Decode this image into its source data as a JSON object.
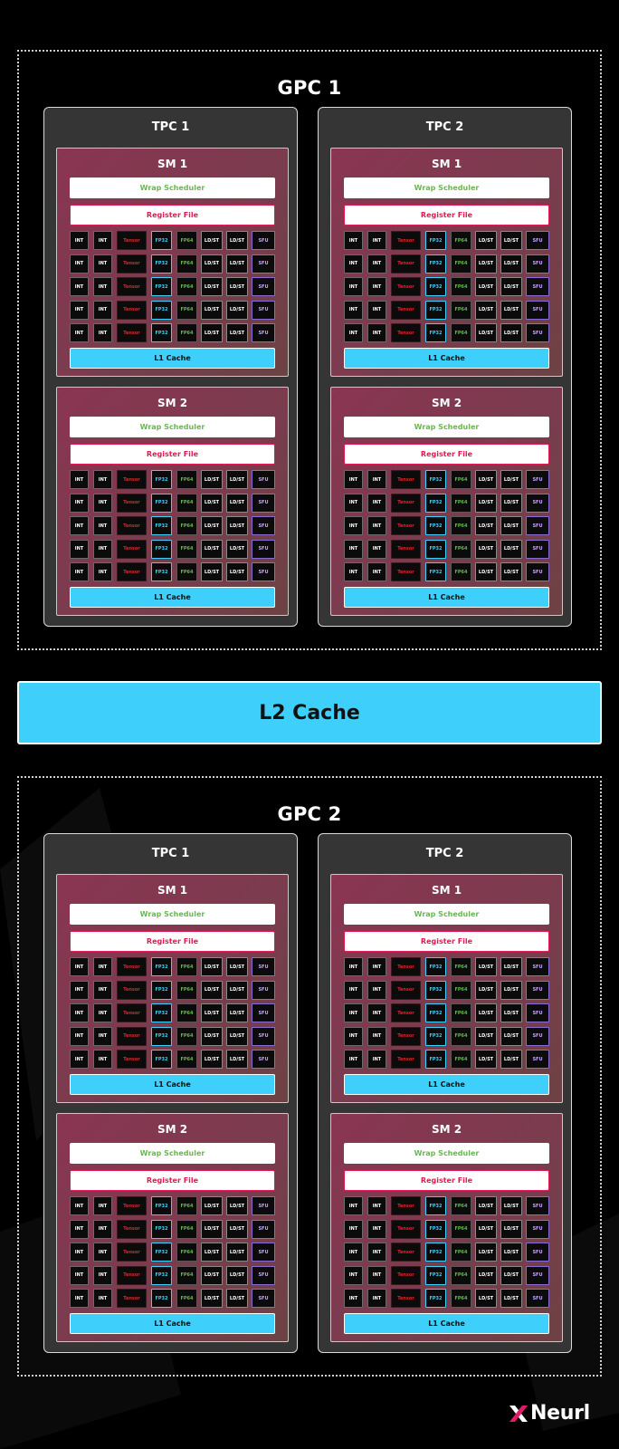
{
  "l2_cache": "L2 Cache",
  "logo": "Neurl",
  "colors": {
    "background": "#000000",
    "sm_fill": "#7a3c4e",
    "cache_blue": "#3ed0fa",
    "register_red": "#e21c52",
    "wrap_green": "#69b84f",
    "tensor_red": "#e5232a",
    "sfu_purple": "#c7a3ff"
  },
  "gpcs": [
    {
      "title": "GPC 1",
      "tpcs": [
        {
          "title": "TPC 1",
          "sms": [
            {
              "title": "SM 1",
              "wrap": "Wrap Scheduler",
              "register": "Register File",
              "l1": "L1 Cache"
            },
            {
              "title": "SM 2",
              "wrap": "Wrap Scheduler",
              "register": "Register File",
              "l1": "L1 Cache"
            }
          ]
        },
        {
          "title": "TPC 2",
          "sms": [
            {
              "title": "SM 1",
              "wrap": "Wrap Scheduler",
              "register": "Register File",
              "l1": "L1 Cache"
            },
            {
              "title": "SM 2",
              "wrap": "Wrap Scheduler",
              "register": "Register File",
              "l1": "L1 Cache"
            }
          ]
        }
      ]
    },
    {
      "title": "GPC 2",
      "tpcs": [
        {
          "title": "TPC 1",
          "sms": [
            {
              "title": "SM 1",
              "wrap": "Wrap Scheduler",
              "register": "Register File",
              "l1": "L1 Cache"
            },
            {
              "title": "SM 2",
              "wrap": "Wrap Scheduler",
              "register": "Register File",
              "l1": "L1 Cache"
            }
          ]
        },
        {
          "title": "TPC 2",
          "sms": [
            {
              "title": "SM 1",
              "wrap": "Wrap Scheduler",
              "register": "Register File",
              "l1": "L1 Cache"
            },
            {
              "title": "SM 2",
              "wrap": "Wrap Scheduler",
              "register": "Register File",
              "l1": "L1 Cache"
            }
          ]
        }
      ]
    }
  ],
  "core_row": [
    "INT",
    "INT",
    "Tensor",
    "FP32",
    "FP64",
    "LD/ST",
    "LD/ST",
    "SFU"
  ],
  "core_rows_per_sm": 5
}
